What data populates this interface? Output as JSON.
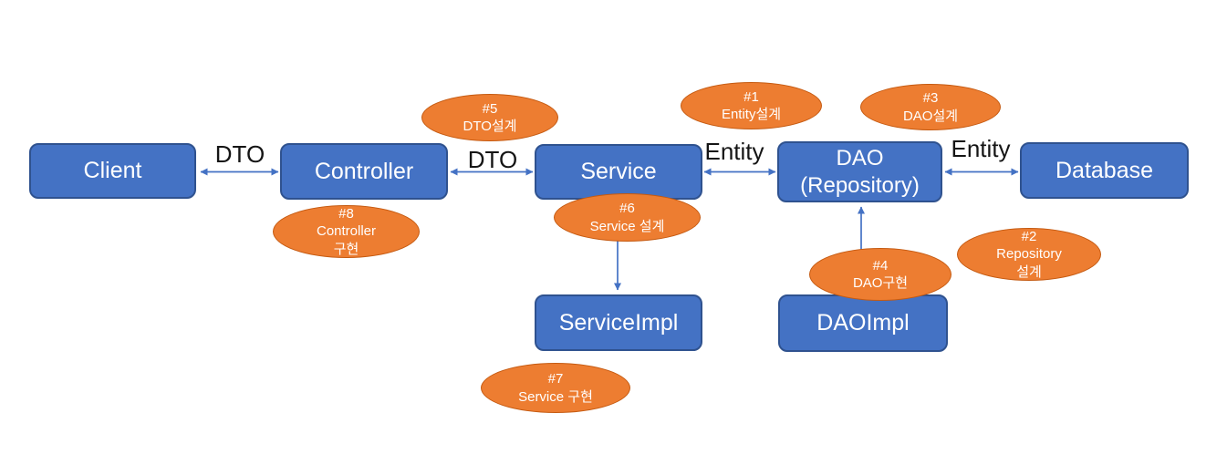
{
  "diagram": {
    "boxes": {
      "client": {
        "label": "Client"
      },
      "controller": {
        "label": "Controller"
      },
      "service": {
        "label": "Service"
      },
      "dao": {
        "label": "DAO\n(Repository)"
      },
      "database": {
        "label": "Database"
      },
      "serviceimpl": {
        "label": "ServiceImpl"
      },
      "daoimpl": {
        "label": "DAOImpl"
      }
    },
    "edge_labels": {
      "client_controller": "DTO",
      "controller_service": "DTO",
      "service_dao": "Entity",
      "dao_database": "Entity"
    },
    "notes": {
      "n1": {
        "label": "#1\nEntity설계"
      },
      "n2": {
        "label": "#2\nRepository\n설계"
      },
      "n3": {
        "label": "#3\nDAO설계"
      },
      "n4": {
        "label": "#4\nDAO구현"
      },
      "n5": {
        "label": "#5\nDTO설계"
      },
      "n6": {
        "label": "#6\nService 설계"
      },
      "n7": {
        "label": "#7\nService 구현"
      },
      "n8": {
        "label": "#8\nController\n구현"
      }
    },
    "colors": {
      "box_fill": "#4472C4",
      "box_border": "#2F528F",
      "box_text": "#FFFFFF",
      "note_fill": "#ED7D31",
      "note_border": "#C55A11",
      "note_text": "#FFFFFF",
      "arrow": "#4472C4",
      "edge_label_text": "#151515",
      "background": "#FFFFFF"
    }
  }
}
